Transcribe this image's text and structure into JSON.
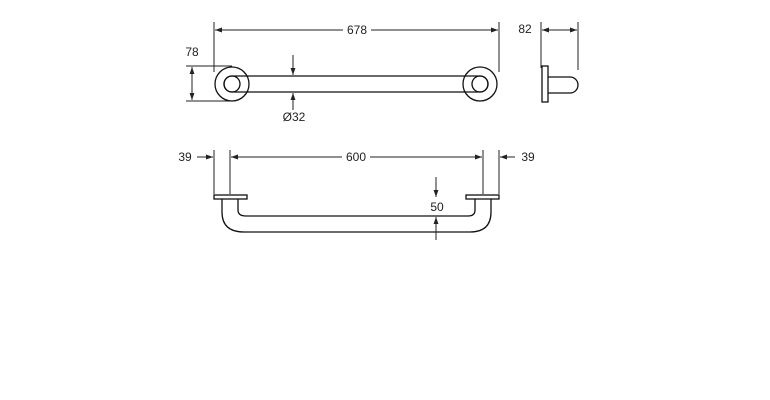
{
  "drawing": {
    "line_color": "#222222",
    "background": "#ffffff",
    "top_view": {
      "overall_length": "678",
      "flange_diameter": "78",
      "tube_diameter": "Ø32"
    },
    "side_view": {
      "projection": "82"
    },
    "front_view": {
      "center_distance": "600",
      "left_offset": "39",
      "right_offset": "39",
      "wall_gap": "50"
    }
  }
}
